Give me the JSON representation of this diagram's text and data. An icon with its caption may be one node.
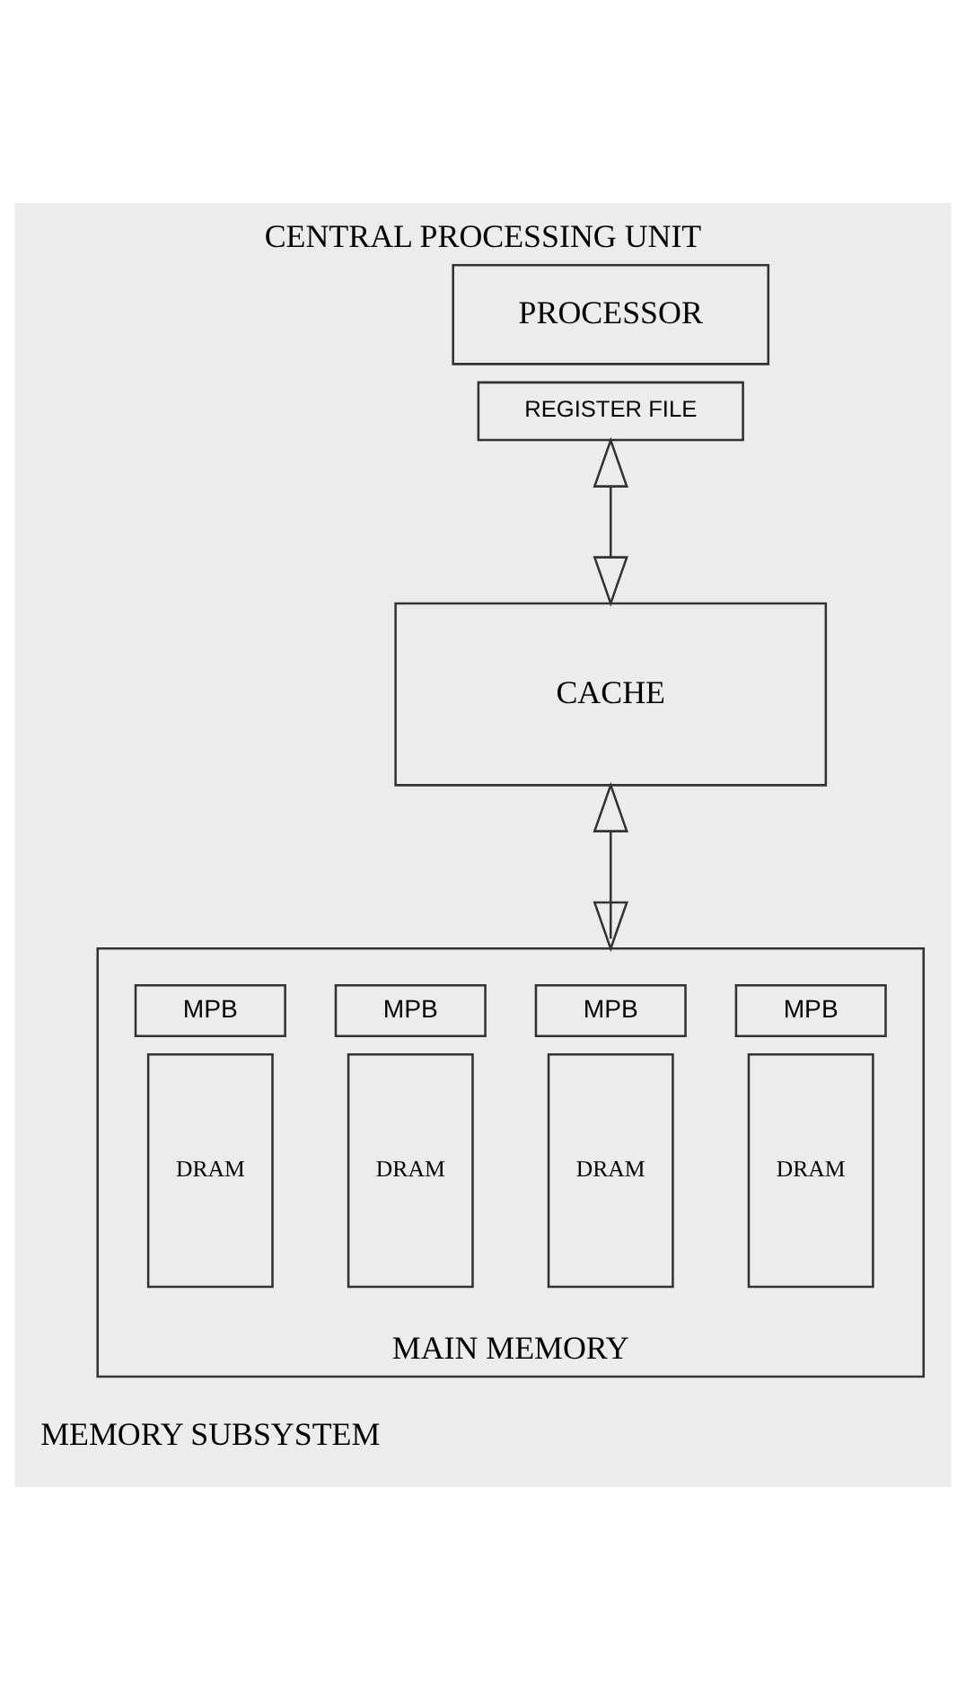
{
  "diagram": {
    "title": "CENTRAL PROCESSING UNIT",
    "caption": "MEMORY SUBSYSTEM",
    "nodes": [
      {
        "text": [
          "PROCESSOR"
        ]
      },
      {
        "text": [
          "REGISTER FILE"
        ]
      },
      {
        "text": [
          "CACHE"
        ]
      },
      {
        "text": [
          "MAIN MEMORY"
        ]
      },
      {
        "text": [
          "MPB"
        ],
        "in": 3
      },
      {
        "text": [
          "MPB"
        ],
        "in": 3
      },
      {
        "text": [
          "MPB"
        ],
        "in": 3
      },
      {
        "text": [
          "MPB"
        ],
        "in": 3
      },
      {
        "text": [
          "DRAM"
        ],
        "in": 3
      },
      {
        "text": [
          "DRAM"
        ],
        "in": 3
      },
      {
        "text": [
          "DRAM"
        ],
        "in": 3
      },
      {
        "text": [
          "DRAM"
        ],
        "in": 3
      }
    ],
    "edges": [
      {
        "from": 1,
        "to": 2,
        "arrow": "both"
      },
      {
        "from": 2,
        "to": 3,
        "arrow": "both"
      }
    ]
  }
}
